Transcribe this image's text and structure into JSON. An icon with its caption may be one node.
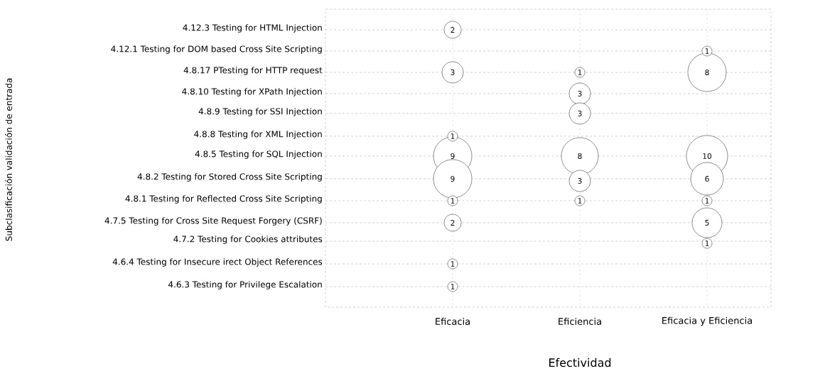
{
  "diagram": {
    "nodes": [
      {
        "text": [
          "2"
        ]
      },
      {
        "text": [
          "1"
        ]
      },
      {
        "text": [
          "3"
        ]
      },
      {
        "text": [
          "1"
        ]
      },
      {
        "text": [
          "8"
        ]
      },
      {
        "text": [
          "3"
        ]
      },
      {
        "text": [
          "3"
        ]
      },
      {
        "text": [
          "1"
        ]
      },
      {
        "text": [
          "9"
        ]
      },
      {
        "text": [
          "8"
        ]
      },
      {
        "text": [
          "10"
        ]
      },
      {
        "text": [
          "9"
        ]
      },
      {
        "text": [
          "3"
        ]
      },
      {
        "text": [
          "6"
        ]
      },
      {
        "text": [
          "1"
        ]
      },
      {
        "text": [
          "1"
        ]
      },
      {
        "text": [
          "1"
        ]
      },
      {
        "text": [
          "2"
        ]
      },
      {
        "text": [
          "5"
        ]
      },
      {
        "text": [
          "1"
        ]
      },
      {
        "text": [
          "1"
        ]
      },
      {
        "text": [
          "1"
        ]
      }
    ],
    "labels": [
      "Subclasificación validación de entrada",
      "4.12.3 Testing for HTML Injection",
      "4.12.1 Testing for DOM based Cross Site Scripting",
      "4.8.17 PTesting for HTTP request",
      "4.8.10 Testing for XPath Injection",
      "4.8.9 Testing for SSI Injection",
      "4.8.8 Testing for XML Injection",
      "4.8.5 Testing for SQL Injection",
      "4.8.2 Testing for Stored Cross Site Scripting",
      "4.8.1 Testing for Reflected Cross Site Scripting",
      "4.7.5 Testing for Cross Site Request Forgery (CSRF)",
      "4.7.2 Testing for Cookies attributes",
      "4.6.4 Testing for Insecure irect Object References",
      "4.6.3 Testing for Privilege Escalation",
      "Eficacia",
      "Eficiencia",
      "Eficacia y Eficiencia",
      "Efectividad"
    ]
  }
}
